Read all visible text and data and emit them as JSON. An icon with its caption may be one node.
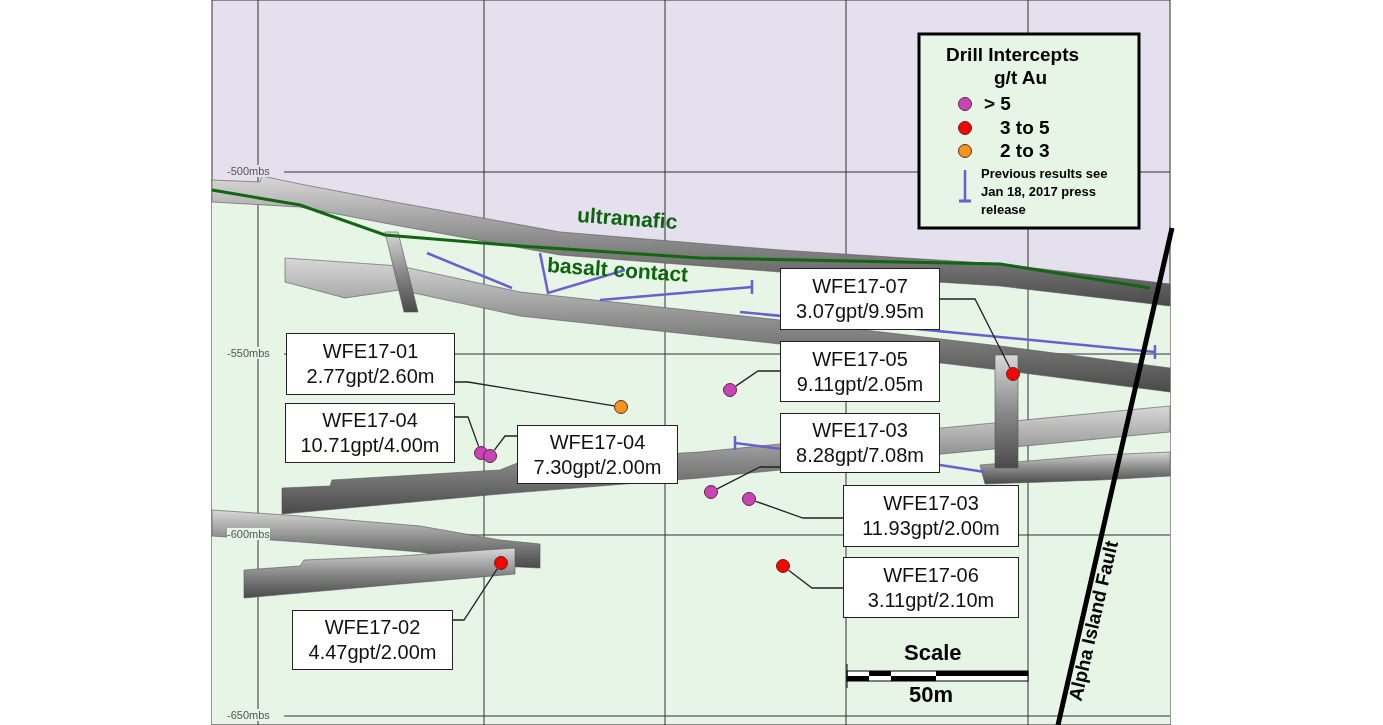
{
  "diagram": {
    "nodes": [
      {
        "text": [
          "WFE17-07",
          "3.07gpt/9.95m"
        ]
      },
      {
        "text": [
          "WFE17-01",
          "2.77gpt/2.60m"
        ]
      },
      {
        "text": [
          "WFE17-05",
          "9.11gpt/2.05m"
        ]
      },
      {
        "text": [
          "WFE17-04",
          "10.71gpt/4.00m"
        ]
      },
      {
        "text": [
          "WFE17-03",
          "8.28gpt/7.08m"
        ]
      },
      {
        "text": [
          "WFE17-04",
          "7.30gpt/2.00m"
        ]
      },
      {
        "text": [
          "WFE17-03",
          "11.93gpt/2.00m"
        ]
      },
      {
        "text": [
          "WFE17-06",
          "3.11gpt/2.10m"
        ]
      },
      {
        "text": [
          "WFE17-02",
          "4.47gpt/2.00m"
        ]
      },
      {
        "text": [],
        "shape": "circle"
      },
      {
        "text": [],
        "shape": "circle"
      },
      {
        "text": [],
        "shape": "circle"
      },
      {
        "text": [],
        "shape": "circle"
      },
      {
        "text": [],
        "shape": "circle"
      },
      {
        "text": [],
        "shape": "circle"
      },
      {
        "text": [],
        "shape": "circle"
      },
      {
        "text": [],
        "shape": "circle"
      },
      {
        "text": [],
        "shape": "circle"
      }
    ],
    "edges": [
      {
        "from": 0,
        "to": 17,
        "arrow": "none"
      },
      {
        "from": 1,
        "to": 12,
        "arrow": "none"
      },
      {
        "from": 2,
        "to": 14,
        "arrow": "none"
      },
      {
        "from": 3,
        "to": 9,
        "arrow": "none"
      },
      {
        "from": 4,
        "to": 13,
        "arrow": "none"
      },
      {
        "from": 5,
        "to": 10,
        "arrow": "none"
      },
      {
        "from": 6,
        "to": 15,
        "arrow": "none"
      },
      {
        "from": 7,
        "to": 16,
        "arrow": "none"
      },
      {
        "from": 8,
        "to": 11,
        "arrow": "none"
      }
    ],
    "labels": [
      "Drill Intercepts",
      "g/t Au",
      "-500mbs",
      "ultramafic",
      "basalt contact",
      "-550mbs",
      "-600mbs",
      "Scale",
      "50m",
      "Alpha Island Fault",
      "-650mbs"
    ],
    "legend": [
      {
        "text": "> 5",
        "color": "#c844b8"
      },
      {
        "text": "3 to 5",
        "color": "#ff0000"
      },
      {
        "text": "2 to 3",
        "color": "#f7941d"
      },
      {
        "text": "Previous results see Jan 18, 2017 press release"
      }
    ]
  }
}
